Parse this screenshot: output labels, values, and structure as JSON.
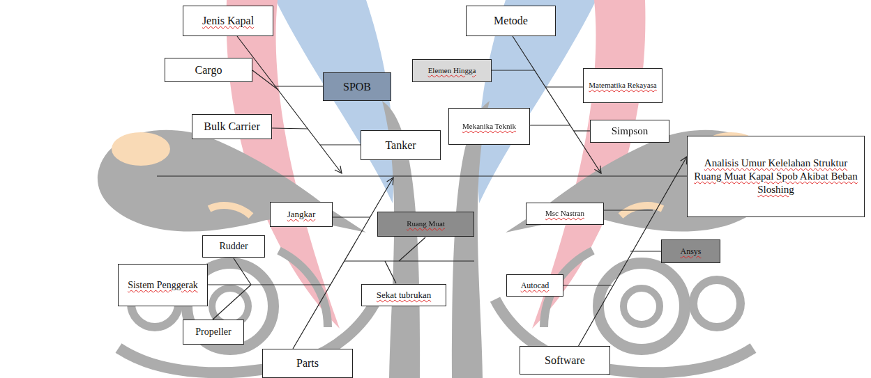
{
  "diagram": {
    "nodes": [
      {
        "text": [
          "Jenis Kapal"
        ]
      },
      {
        "text": [
          "Metode"
        ]
      },
      {
        "text": [
          "Cargo"
        ]
      },
      {
        "text": [
          "SPOB"
        ]
      },
      {
        "text": [
          "Elemen Hingga"
        ]
      },
      {
        "text": [
          "Matematika Rekayasa"
        ]
      },
      {
        "text": [
          "Bulk Carrier"
        ]
      },
      {
        "text": [
          "Tanker"
        ]
      },
      {
        "text": [
          "Mekanika Teknik"
        ]
      },
      {
        "text": [
          "Simpson"
        ]
      },
      {
        "text": [
          "Analisis Umur Kelelahan Struktur Ruang Muat Kapal Spob Akibat Beban Sloshing"
        ]
      },
      {
        "text": [
          "Jangkar"
        ]
      },
      {
        "text": [
          "Ruang Muat"
        ]
      },
      {
        "text": [
          "Msc Nastran"
        ]
      },
      {
        "text": [
          "Ansys"
        ]
      },
      {
        "text": [
          "Rudder"
        ]
      },
      {
        "text": [
          "Sistem Penggerak"
        ]
      },
      {
        "text": [
          "Sekat tubrukan"
        ]
      },
      {
        "text": [
          "Autocad"
        ]
      },
      {
        "text": [
          "Propeller"
        ]
      },
      {
        "text": [
          "Parts"
        ]
      },
      {
        "text": [
          "Software"
        ]
      }
    ],
    "edges": [
      {
        "from": 21,
        "to": 10,
        "arrow": "to"
      }
    ]
  }
}
